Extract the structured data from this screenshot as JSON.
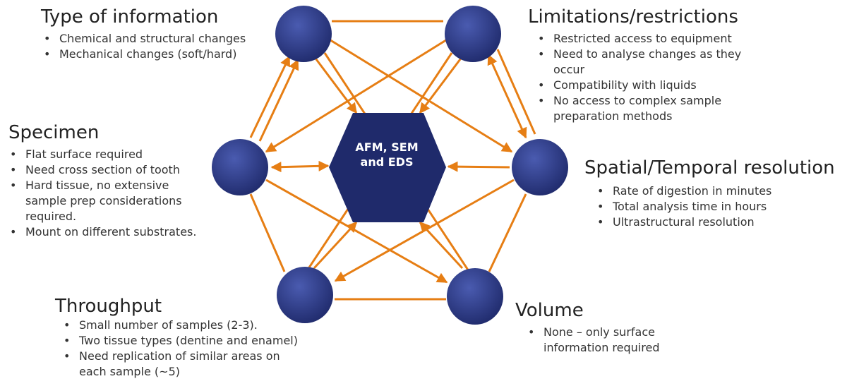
{
  "colors": {
    "node_fill": "#1f2a6b",
    "node_fill_light": "#4a5bb0",
    "arrow": "#e67e14",
    "text": "#333333",
    "hub_text": "#ffffff"
  },
  "hub": {
    "label": "AFM, SEM\nand EDS"
  },
  "blocks": {
    "type_of_information": {
      "title": "Type of information",
      "items": [
        "Chemical and structural changes",
        "Mechanical changes (soft/hard)"
      ]
    },
    "limitations": {
      "title": "Limitations/restrictions",
      "items": [
        "Restricted access to equipment",
        "Need to analyse changes as they occur",
        "Compatibility with liquids",
        "No access to complex sample preparation methods"
      ]
    },
    "specimen": {
      "title": "Specimen",
      "items": [
        "Flat surface required",
        "Need cross section of tooth",
        "Hard tissue, no extensive sample prep considerations required.",
        "Mount on different substrates."
      ]
    },
    "spatial_temporal": {
      "title": "Spatial/Temporal resolution",
      "items": [
        "Rate of digestion in minutes",
        "Total analysis time in hours",
        "Ultrastructural resolution"
      ]
    },
    "throughput": {
      "title": "Throughput",
      "items": [
        "Small number of samples (2-3).",
        "Two tissue types (dentine and enamel)",
        "Need replication of similar areas on each sample (~5)"
      ]
    },
    "volume": {
      "title": "Volume",
      "items": [
        "None – only surface information required"
      ]
    }
  }
}
